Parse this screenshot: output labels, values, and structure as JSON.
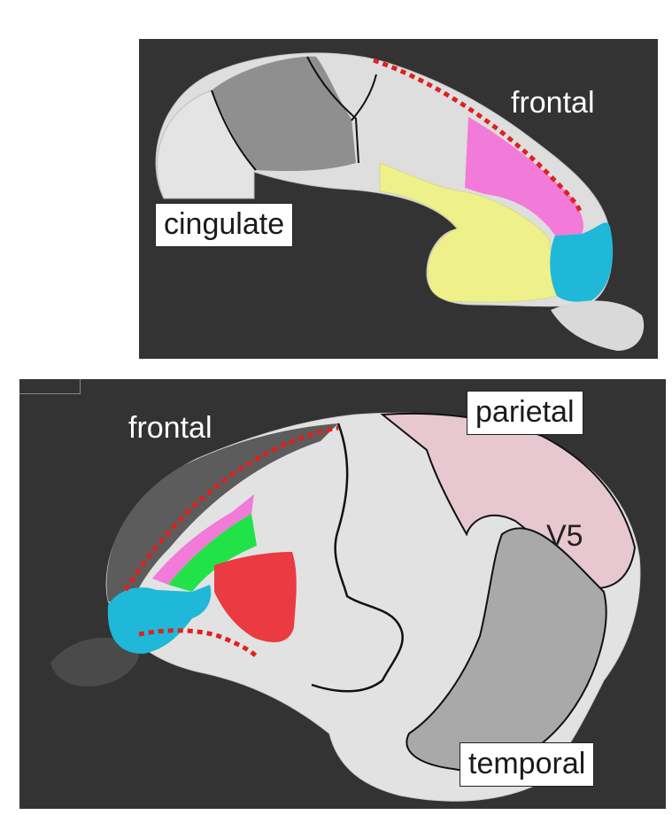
{
  "top_panel": {
    "labels": {
      "frontal": "frontal",
      "cingulate": "cingulate"
    }
  },
  "bottom_panel": {
    "labels": {
      "frontal": "frontal",
      "parietal": "parietal",
      "v5": "V5",
      "temporal": "temporal"
    }
  },
  "colors": {
    "background": "#333333",
    "cortex": "#e2e2e2",
    "cortex_dark": "#8f8f8f",
    "pink": "#f27ad9",
    "cyan": "#1fb8d8",
    "yellow": "#eef08a",
    "green": "#22e24a",
    "red": "#ea3a42",
    "parietal_pink": "#e8c8d0",
    "temporal_gray": "#a9a9a9",
    "dotted_line": "#e0201e",
    "boundary": "#111111"
  }
}
